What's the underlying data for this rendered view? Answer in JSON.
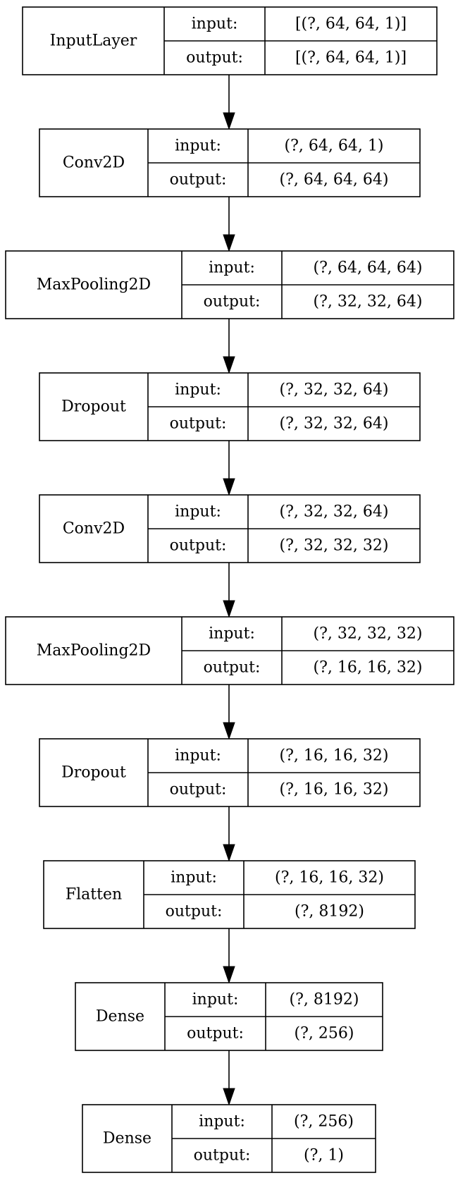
{
  "nodes": [
    {
      "layer": "InputLayer",
      "input_label": "input:",
      "output_label": "output:",
      "input": "[(?, 64, 64, 1)]",
      "output": "[(?, 64, 64, 1)]"
    },
    {
      "layer": "Conv2D",
      "input_label": "input:",
      "output_label": "output:",
      "input": "(?, 64, 64, 1)",
      "output": "(?, 64, 64, 64)"
    },
    {
      "layer": "MaxPooling2D",
      "input_label": "input:",
      "output_label": "output:",
      "input": "(?, 64, 64, 64)",
      "output": "(?, 32, 32, 64)"
    },
    {
      "layer": "Dropout",
      "input_label": "input:",
      "output_label": "output:",
      "input": "(?, 32, 32, 64)",
      "output": "(?, 32, 32, 64)"
    },
    {
      "layer": "Conv2D",
      "input_label": "input:",
      "output_label": "output:",
      "input": "(?, 32, 32, 64)",
      "output": "(?, 32, 32, 32)"
    },
    {
      "layer": "MaxPooling2D",
      "input_label": "input:",
      "output_label": "output:",
      "input": "(?, 32, 32, 32)",
      "output": "(?, 16, 16, 32)"
    },
    {
      "layer": "Dropout",
      "input_label": "input:",
      "output_label": "output:",
      "input": "(?, 16, 16, 32)",
      "output": "(?, 16, 16, 32)"
    },
    {
      "layer": "Flatten",
      "input_label": "input:",
      "output_label": "output:",
      "input": "(?, 16, 16, 32)",
      "output": "(?, 8192)"
    },
    {
      "layer": "Dense",
      "input_label": "input:",
      "output_label": "output:",
      "input": "(?, 8192)",
      "output": "(?, 256)"
    },
    {
      "layer": "Dense",
      "input_label": "input:",
      "output_label": "output:",
      "input": "(?, 256)",
      "output": "(?, 1)"
    }
  ]
}
